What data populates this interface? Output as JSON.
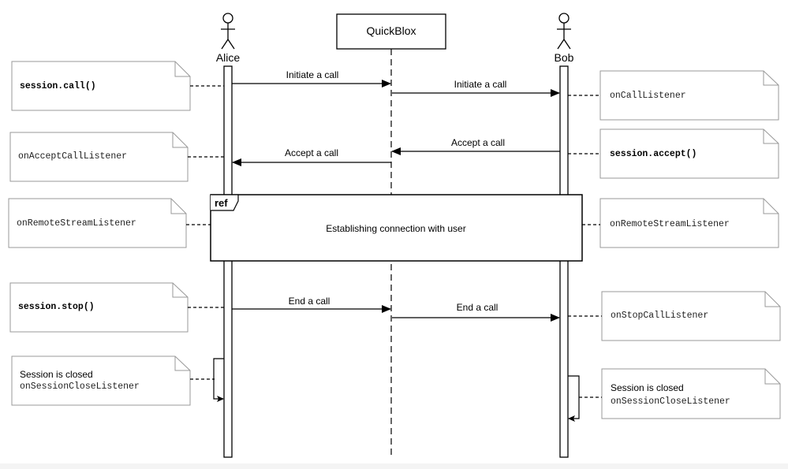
{
  "diagram": {
    "type": "sequence-diagram",
    "participants": [
      {
        "id": "alice",
        "name": "Alice",
        "kind": "actor"
      },
      {
        "id": "quickblox",
        "name": "QuickBlox",
        "kind": "object"
      },
      {
        "id": "bob",
        "name": "Bob",
        "kind": "actor"
      }
    ],
    "messages": [
      {
        "from": "alice",
        "to": "quickblox",
        "label": "Initiate a call"
      },
      {
        "from": "quickblox",
        "to": "bob",
        "label": "Initiate a call"
      },
      {
        "from": "bob",
        "to": "quickblox",
        "label": "Accept a call"
      },
      {
        "from": "quickblox",
        "to": "alice",
        "label": "Accept a call"
      },
      {
        "from": "alice",
        "to": "quickblox",
        "label": "End a call"
      },
      {
        "from": "quickblox",
        "to": "bob",
        "label": "End a call"
      }
    ],
    "ref_frame": {
      "tag": "ref",
      "text": "Establishing connection with user"
    },
    "notes": {
      "alice_call": {
        "lines": [
          {
            "text": "session.call()",
            "style": "mono-bold"
          }
        ]
      },
      "bob_call_listener": {
        "lines": [
          {
            "text": "onCallListener",
            "style": "mono"
          }
        ]
      },
      "alice_accept_listener": {
        "lines": [
          {
            "text": "onAcceptCallListener",
            "style": "mono"
          }
        ]
      },
      "bob_accept": {
        "lines": [
          {
            "text": "session.accept()",
            "style": "mono-bold"
          }
        ]
      },
      "alice_remote_stream": {
        "lines": [
          {
            "text": "onRemoteStreamListener",
            "style": "mono"
          }
        ]
      },
      "bob_remote_stream": {
        "lines": [
          {
            "text": "onRemoteStreamListener",
            "style": "mono"
          }
        ]
      },
      "alice_stop": {
        "lines": [
          {
            "text": "session.stop()",
            "style": "mono-bold"
          }
        ]
      },
      "bob_stop_listener": {
        "lines": [
          {
            "text": "onStopCallListener",
            "style": "mono"
          }
        ]
      },
      "alice_close": {
        "lines": [
          {
            "text": "Session is closed",
            "style": "sans"
          },
          {
            "text": "onSessionCloseListener",
            "style": "mono"
          }
        ]
      },
      "bob_close": {
        "lines": [
          {
            "text": "Session is closed",
            "style": "sans"
          },
          {
            "text": "onSessionCloseListener",
            "style": "mono"
          }
        ]
      }
    },
    "colors": {
      "line": "#000000",
      "note_border": "#999999",
      "note_fill": "#ffffff",
      "background": "#ffffff"
    }
  }
}
